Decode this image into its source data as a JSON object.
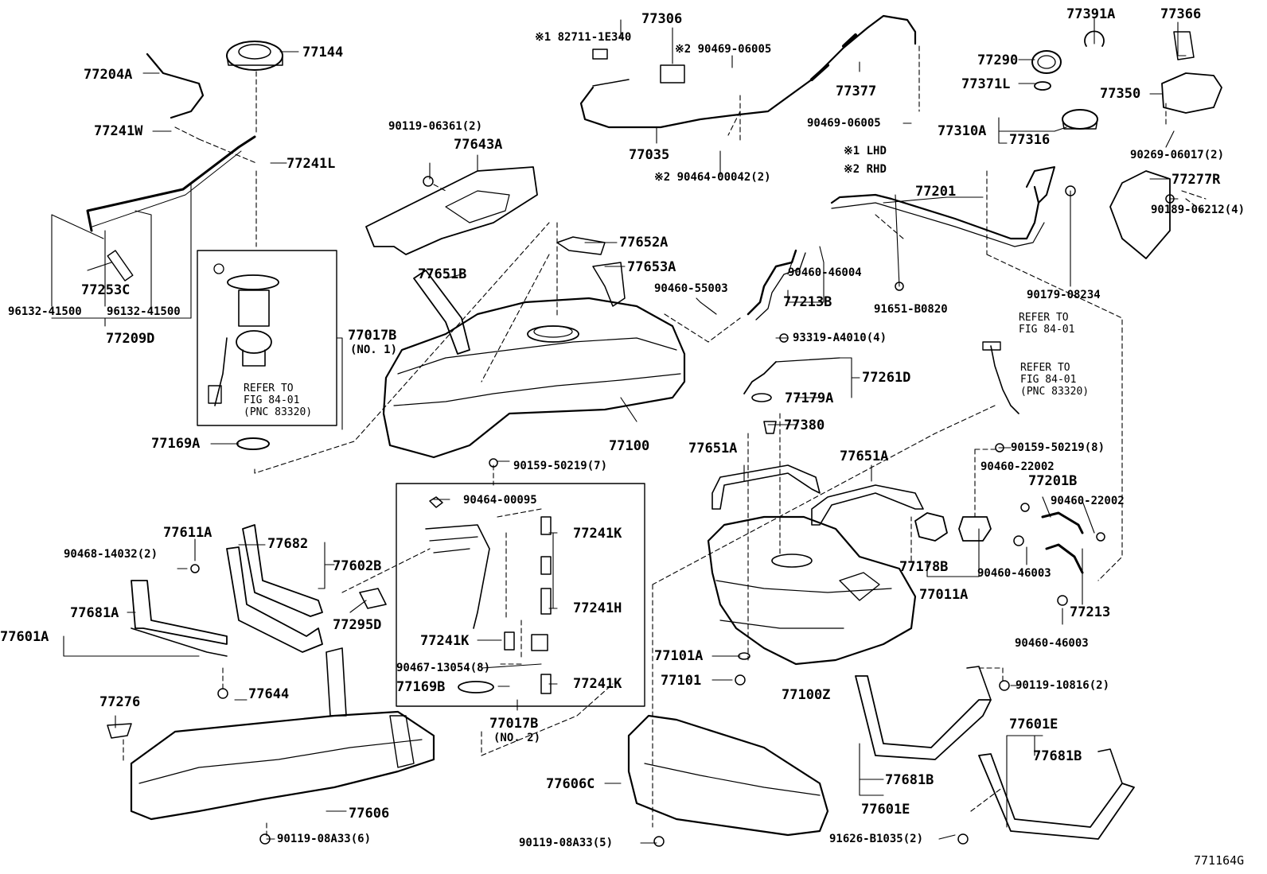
{
  "diagram_id": "771164G",
  "labels": [
    {
      "key": "p77144",
      "text": "77144"
    },
    {
      "key": "p77204A",
      "text": "77204A"
    },
    {
      "key": "p77241W",
      "text": "77241W"
    },
    {
      "key": "p77241L",
      "text": "77241L"
    },
    {
      "key": "p77253C",
      "text": "77253C"
    },
    {
      "key": "p96132a",
      "text": "96132-41500"
    },
    {
      "key": "p96132b",
      "text": "96132-41500"
    },
    {
      "key": "p77209D",
      "text": "77209D"
    },
    {
      "key": "p77017B1",
      "text": "77017B"
    },
    {
      "key": "no1",
      "text": "(NO. 1)"
    },
    {
      "key": "p77169A",
      "text": "77169A"
    },
    {
      "key": "p182711",
      "text": "※1 82711-1E340"
    },
    {
      "key": "p77306",
      "text": "77306"
    },
    {
      "key": "p90469a",
      "text": "※2 90469-06005"
    },
    {
      "key": "p77377",
      "text": "77377"
    },
    {
      "key": "p90469b",
      "text": "90469-06005"
    },
    {
      "key": "p77035",
      "text": "77035"
    },
    {
      "key": "p90464_42",
      "text": "※2 90464-00042(2)"
    },
    {
      "key": "lhd",
      "text": "※1 LHD"
    },
    {
      "key": "rhd",
      "text": "※2 RHD"
    },
    {
      "key": "p90119_06361",
      "text": "90119-06361(2)"
    },
    {
      "key": "p77643A",
      "text": "77643A"
    },
    {
      "key": "p77652A",
      "text": "77652A"
    },
    {
      "key": "p77653A",
      "text": "77653A"
    },
    {
      "key": "p77651B",
      "text": "77651B"
    },
    {
      "key": "p77100",
      "text": "77100"
    },
    {
      "key": "p77391A",
      "text": "77391A"
    },
    {
      "key": "p77366",
      "text": "77366"
    },
    {
      "key": "p77290",
      "text": "77290"
    },
    {
      "key": "p77371L",
      "text": "77371L"
    },
    {
      "key": "p77350",
      "text": "77350"
    },
    {
      "key": "p77310A",
      "text": "77310A"
    },
    {
      "key": "p77316",
      "text": "77316"
    },
    {
      "key": "p90269",
      "text": "90269-06017(2)"
    },
    {
      "key": "p77201",
      "text": "77201"
    },
    {
      "key": "p77277R",
      "text": "77277R"
    },
    {
      "key": "p90460_55003",
      "text": "90460-55003"
    },
    {
      "key": "p90460_46004",
      "text": "90460-46004"
    },
    {
      "key": "p77213B",
      "text": "77213B"
    },
    {
      "key": "p91651",
      "text": "91651-B0820"
    },
    {
      "key": "p90179",
      "text": "90179-08234"
    },
    {
      "key": "p90189",
      "text": "90189-06212(4)"
    },
    {
      "key": "ref1",
      "text": "REFER TO\nFIG 84-01"
    },
    {
      "key": "p93319",
      "text": "93319-A4010(4)"
    },
    {
      "key": "p77261D",
      "text": "77261D"
    },
    {
      "key": "p77179A",
      "text": "77179A"
    },
    {
      "key": "ref2",
      "text": "REFER TO\nFIG 84-01\n(PNC 83320)"
    },
    {
      "key": "ref3",
      "text": "REFER TO\nFIG 84-01\n(PNC 83320)"
    },
    {
      "key": "p77380",
      "text": "77380"
    },
    {
      "key": "p90159_7",
      "text": "90159-50219(7)"
    },
    {
      "key": "p90159_8",
      "text": "90159-50219(8)"
    },
    {
      "key": "p90460_22002a",
      "text": "90460-22002"
    },
    {
      "key": "p77201B",
      "text": "77201B"
    },
    {
      "key": "p90460_22002b",
      "text": "90460-22002"
    },
    {
      "key": "p77651A_1",
      "text": "77651A"
    },
    {
      "key": "p77651A_2",
      "text": "77651A"
    },
    {
      "key": "p90464_95",
      "text": "90464-00095"
    },
    {
      "key": "p77611A",
      "text": "77611A"
    },
    {
      "key": "p90468",
      "text": "90468-14032(2)"
    },
    {
      "key": "p77682",
      "text": "77682"
    },
    {
      "key": "p77602B",
      "text": "77602B"
    },
    {
      "key": "p77681A",
      "text": "77681A"
    },
    {
      "key": "p77601A",
      "text": "77601A"
    },
    {
      "key": "p77295D",
      "text": "77295D"
    },
    {
      "key": "p77241K_1",
      "text": "77241K"
    },
    {
      "key": "p77241H",
      "text": "77241H"
    },
    {
      "key": "p77241K_2",
      "text": "77241K"
    },
    {
      "key": "p77241K_3",
      "text": "77241K"
    },
    {
      "key": "p90467",
      "text": "90467-13054(8)"
    },
    {
      "key": "p77169B",
      "text": "77169B"
    },
    {
      "key": "p77017B2",
      "text": "77017B"
    },
    {
      "key": "no2",
      "text": "(NO. 2)"
    },
    {
      "key": "p77178B",
      "text": "77178B"
    },
    {
      "key": "p77011A",
      "text": "77011A"
    },
    {
      "key": "p90460_46003a",
      "text": "90460-46003"
    },
    {
      "key": "p77213",
      "text": "77213"
    },
    {
      "key": "p90460_46003b",
      "text": "90460-46003"
    },
    {
      "key": "p77101A",
      "text": "77101A"
    },
    {
      "key": "p77101",
      "text": "77101"
    },
    {
      "key": "p77100Z",
      "text": "77100Z"
    },
    {
      "key": "p90119_10816",
      "text": "90119-10816(2)"
    },
    {
      "key": "p77644",
      "text": "77644"
    },
    {
      "key": "p77276",
      "text": "77276"
    },
    {
      "key": "p77606",
      "text": "77606"
    },
    {
      "key": "p90119_08A33_6",
      "text": "90119-08A33(6)"
    },
    {
      "key": "p77606C",
      "text": "77606C"
    },
    {
      "key": "p90119_08A33_5",
      "text": "90119-08A33(5)"
    },
    {
      "key": "p77681B_1",
      "text": "77681B"
    },
    {
      "key": "p77601E_1",
      "text": "77601E"
    },
    {
      "key": "p77601E_2",
      "text": "77601E"
    },
    {
      "key": "p77681B_2",
      "text": "77681B"
    },
    {
      "key": "p91626",
      "text": "91626-B1035(2)"
    }
  ]
}
